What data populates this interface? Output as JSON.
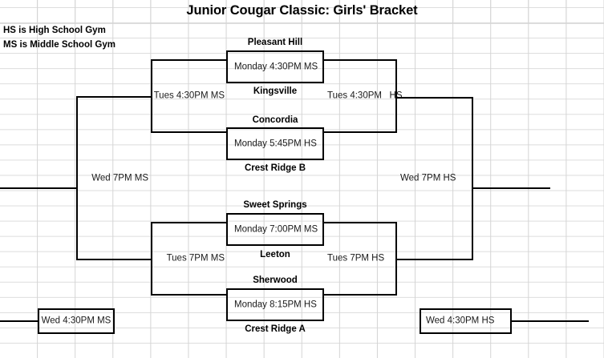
{
  "title": "Junior Cougar Classic: Girls' Bracket",
  "legend": [
    "HS is High School Gym",
    "MS is Middle School Gym"
  ],
  "teams": [
    "Pleasant Hill",
    "Kingsville",
    "Concordia",
    "Crest Ridge B",
    "Sweet Springs",
    "Leeton",
    "Sherwood",
    "Crest Ridge A"
  ],
  "games": {
    "r1_g1": "Monday 4:30PM MS",
    "r1_g2": "Monday 5:45PM HS",
    "r1_g3": "Monday 7:00PM MS",
    "r1_g4": "Monday 8:15PM HS",
    "r2_left_top": "Tues 4:30PM MS",
    "r2_left_bottom": "Tues 7PM MS",
    "r2_right_top": "Tues 4:30PM   HS",
    "r2_right_bottom": "Tues 7PM HS",
    "r3_left": "Wed 7PM MS",
    "r3_right": "Wed 7PM HS",
    "r4_left": "Wed 4:30PM MS",
    "r4_right": "Wed 4:30PM HS"
  },
  "colors": {
    "line": "#000000",
    "grid": "#d4d4d4",
    "text": "#1a1a1a",
    "background": "#ffffff"
  }
}
